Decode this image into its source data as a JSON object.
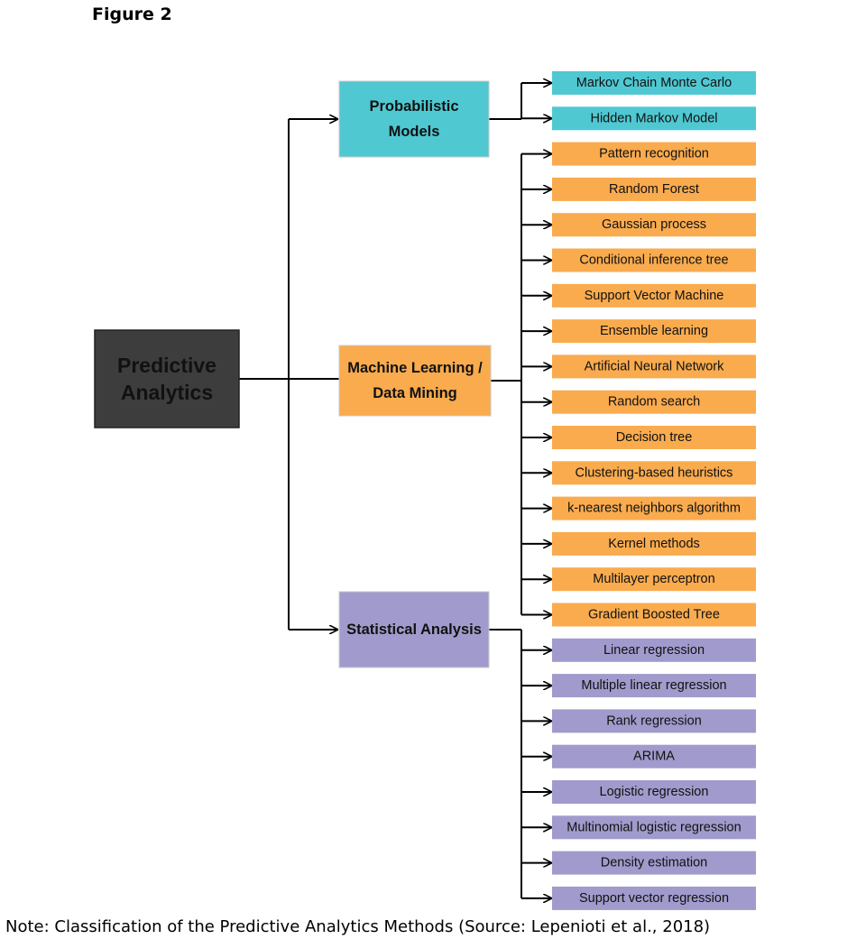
{
  "figure_label": "Figure 2",
  "root": {
    "label_lines": [
      "Predictive",
      "Analytics"
    ],
    "fill": "#3d3d3d",
    "text_color": "#ffffff"
  },
  "categories": [
    {
      "id": "probabilistic-models",
      "label_lines": [
        "Probabilistic",
        "Models"
      ],
      "fill": "#4fc8d2",
      "methods": [
        "Markov Chain Monte Carlo",
        "Hidden Markov Model"
      ]
    },
    {
      "id": "machine-learning-data-mining",
      "label_lines": [
        "Machine Learning /",
        "Data Mining"
      ],
      "fill": "#f9ab4e",
      "methods": [
        "Pattern recognition",
        "Random Forest",
        "Gaussian process",
        "Conditional inference tree",
        "Support Vector Machine",
        "Ensemble learning",
        "Artificial Neural Network",
        "Random search",
        "Decision tree",
        "Clustering-based heuristics",
        "k-nearest neighbors algorithm",
        "Kernel methods",
        "Multilayer perceptron",
        "Gradient Boosted Tree"
      ]
    },
    {
      "id": "statistical-analysis",
      "label_lines": [
        "Statistical Analysis"
      ],
      "fill": "#a09bcc",
      "methods": [
        "Linear regression",
        "Multiple linear regression",
        "Rank regression",
        "ARIMA",
        "Logistic regression",
        "Multinomial logistic regression",
        "Density estimation",
        "Support vector regression"
      ]
    }
  ],
  "note": "Note: Classification of the Predictive Analytics Methods (Source: Lepenioti et al., 2018)"
}
